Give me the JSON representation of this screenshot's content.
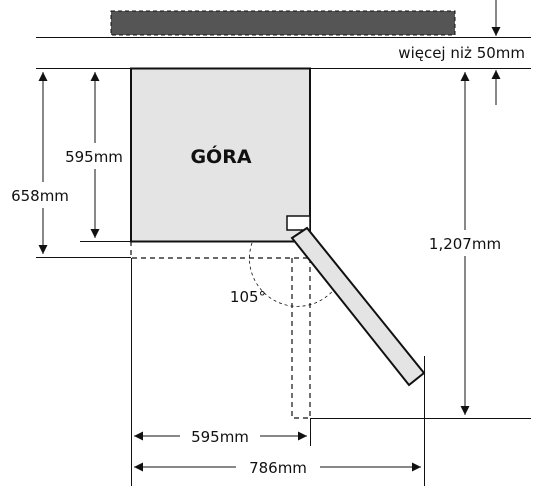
{
  "labels": {
    "top_text": "GÓRA",
    "clearance": "więcej niż 50mm",
    "depth_body": "595mm",
    "depth_total": "658mm",
    "depth_door_open": "1,207mm",
    "door_angle": "105°",
    "width_body": "595mm",
    "width_door_open": "786mm"
  },
  "colors": {
    "body_fill": "#e4e4e4",
    "wall_fill": "#555555",
    "line": "#111111"
  }
}
